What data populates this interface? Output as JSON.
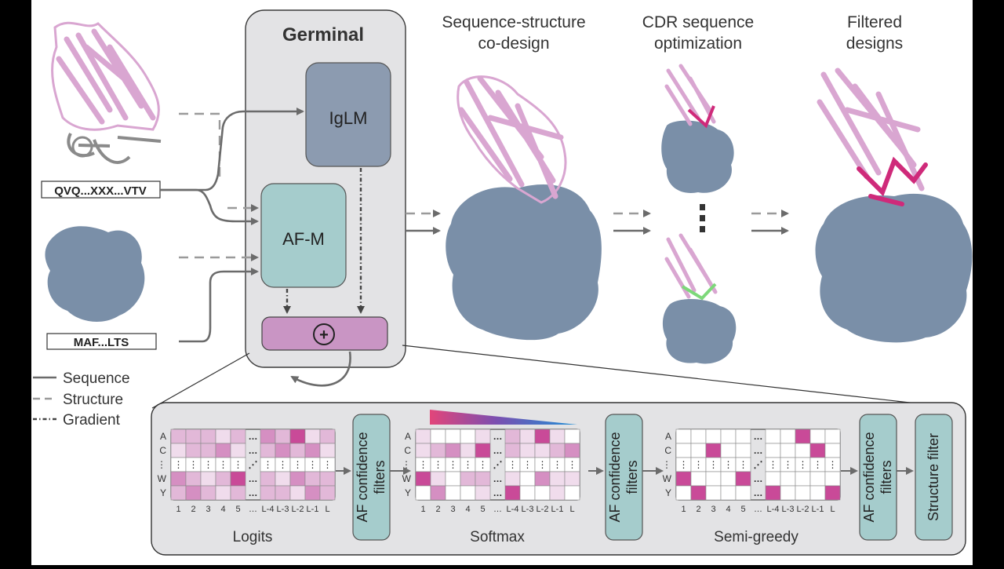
{
  "germinal": {
    "title": "Germinal",
    "iglm": "IgLM",
    "afm": "AF-M",
    "combine_symbol": "+"
  },
  "inputs": {
    "antibody_seq": "QVQ...XXX...VTV",
    "target_seq": "MAF...LTS"
  },
  "stages": {
    "codesign": [
      "Sequence-structure",
      "co-design"
    ],
    "cdr_opt": [
      "CDR sequence",
      "optimization"
    ],
    "filtered": [
      "Filtered",
      "designs"
    ]
  },
  "legend": {
    "sequence": "Sequence",
    "structure": "Structure",
    "gradient": "Gradient"
  },
  "matrix": {
    "row_labels": [
      "A",
      "C",
      "⋮",
      "W",
      "Y"
    ],
    "col_labels": [
      "1",
      "2",
      "3",
      "4",
      "5",
      "…",
      "L-4",
      "L-3",
      "L-2",
      "L-1",
      "L"
    ],
    "ellipsis": "…",
    "vdots": "⋮",
    "logits_label": "Logits",
    "softmax_label": "Softmax",
    "semigreedy_label": "Semi-greedy"
  },
  "filters": {
    "af_line1": "AF confidence",
    "af_line2": "filters",
    "structure": "Structure filter"
  },
  "colors": {
    "panel_bg": "#e3e3e5",
    "panel_border": "#3a3a3a",
    "iglm_fill": "#8c9bb0",
    "afm_fill": "#a5cccc",
    "combine_fill": "#c995c4",
    "protein_blue": "#7a8fa8",
    "antibody_pink": "#d9a6d1",
    "cdr_magenta": "#cf2a7a",
    "cdr_green": "#7dd87a",
    "arrow_grey": "#6b6b6b",
    "cell_magenta": "#c94a98"
  }
}
